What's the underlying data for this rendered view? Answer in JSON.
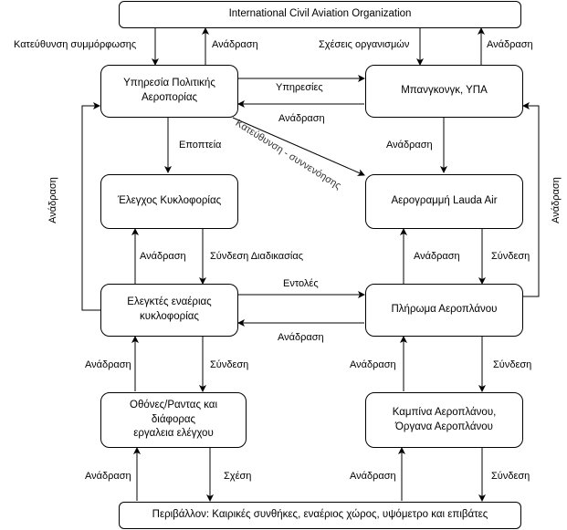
{
  "boxes": {
    "icao": "International Civil Aviation Organization",
    "caa": "Υπηρεσία Πολιτικής\nΑεροπορίας",
    "bangkok": "Μπανγκονγκ, ΥΠΑ",
    "traffic_control": "Έλεγχος Κυκλοφορίας",
    "lauda": "Αερογραμμή Lauda Air",
    "atc": "Ελεγκτές εναέριας\nκυκλοφορίας",
    "crew": "Πλήρωμα Αεροπλάνου",
    "radar": "Οθόνες/Ραντας και διάφορας\nεργαλεια ελέγχου",
    "cabin": "Καμπίνα Αεροπλάνου,\nΌργανα Αεροπλάνου",
    "environment": "Περιβάλλον: Καιρικές συνθήκες, εναέριος χώρος, υψόμετρο και επιβάτες"
  },
  "labels": {
    "compliance_direction": "Κατεύθυνση συμμόρφωσης",
    "feedback_icao_left": "Ανάδραση",
    "org_relations": "Σχέσεις οργανισμών",
    "feedback_icao_right": "Ανάδραση",
    "services": "Υπηρεσίες",
    "feedback_caa_bangkok": "Ανάδραση",
    "supervision": "Εποπτεία",
    "coordination_direction": "Κατεύθυνση - συννενόησης",
    "feedback_bangkok_lauda": "Ανάδραση",
    "feedback_left_loop": "Ανάδραση",
    "feedback_right_loop": "Ανάδραση",
    "feedback_atc_traffic": "Ανάδραση",
    "procedure_link": "Σύνδεση Διαδικασίας",
    "feedback_crew_lauda": "Ανάδραση",
    "link_lauda_crew": "Σύνδεση",
    "commands": "Εντολές",
    "feedback_crew_atc": "Ανάδραση",
    "feedback_radar_atc": "Ανάδραση",
    "link_atc_radar": "Σύνδεση",
    "feedback_cabin_crew": "Ανάδραση",
    "link_crew_cabin": "Σύνδεση",
    "feedback_env_radar": "Ανάδραση",
    "relation_radar_env": "Σχέση",
    "feedback_env_cabin": "Ανάδραση",
    "link_cabin_env": "Σύνδεση"
  }
}
